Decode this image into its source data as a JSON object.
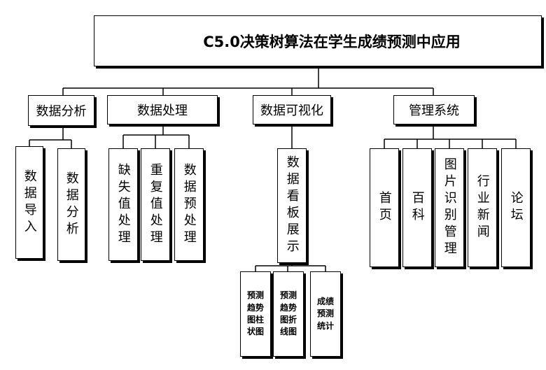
{
  "root": {
    "label": "C5.0决策树算法在学生成绩预测中应用"
  },
  "branches": [
    {
      "label": "数据分析",
      "children": [
        "数据导入",
        "数据分析"
      ]
    },
    {
      "label": "数据处理",
      "children": [
        "缺失值处理",
        "重复值处理",
        "数据预处理"
      ]
    },
    {
      "label": "数据可视化",
      "children": [
        "数据看板展示"
      ],
      "sub_children": [
        "预测\n趋势\n图柱\n状图",
        "预测\n趋势\n图折\n线图",
        "成绩\n预测\n统计"
      ]
    },
    {
      "label": "管理系统",
      "children": [
        "首页",
        "百科",
        "图片识别管理",
        "行业新闻",
        "论坛"
      ]
    }
  ]
}
